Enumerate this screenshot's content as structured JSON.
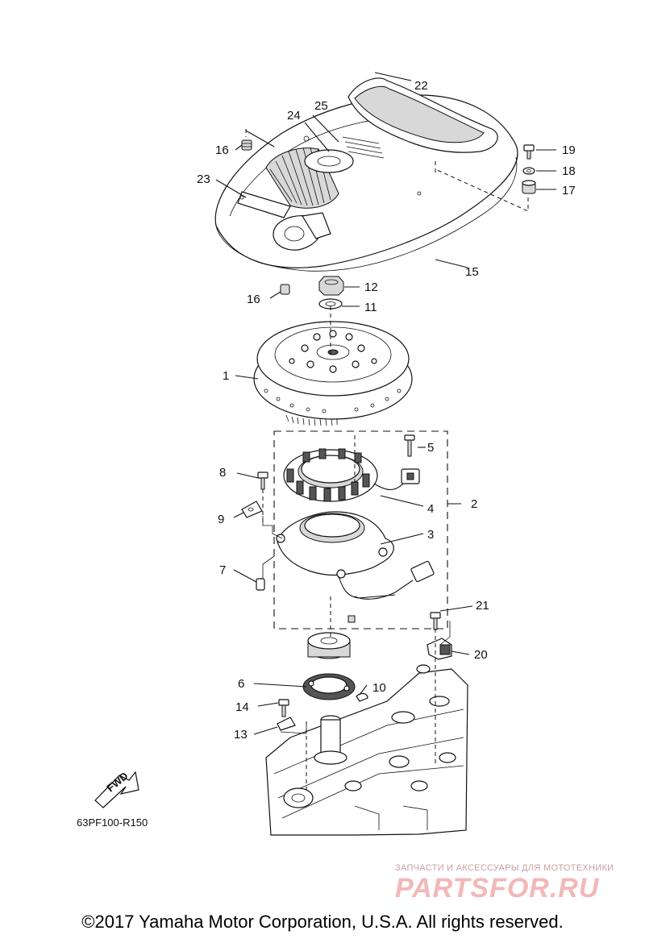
{
  "diagram_code": "63PF100-R150",
  "fwd_label": "FWD",
  "copyright": "©2017 Yamaha Motor Corporation, U.S.A. All rights reserved.",
  "watermark": {
    "tagline": "ЗАПЧАСТИ И АКСЕССУАРЫ ДЛЯ МОТОТЕХНИКИ",
    "logo": "PARTSFOR.RU"
  },
  "callouts": {
    "c1": "1",
    "c2": "2",
    "c3": "3",
    "c4": "4",
    "c5": "5",
    "c6": "6",
    "c7": "7",
    "c8": "8",
    "c9": "9",
    "c10": "10",
    "c11": "11",
    "c12": "12",
    "c13": "13",
    "c14": "14",
    "c15": "15",
    "c16a": "16",
    "c16b": "16",
    "c17": "17",
    "c18": "18",
    "c19": "19",
    "c20": "20",
    "c21": "21",
    "c22": "22",
    "c23": "23",
    "c24": "24",
    "c25": "25"
  }
}
